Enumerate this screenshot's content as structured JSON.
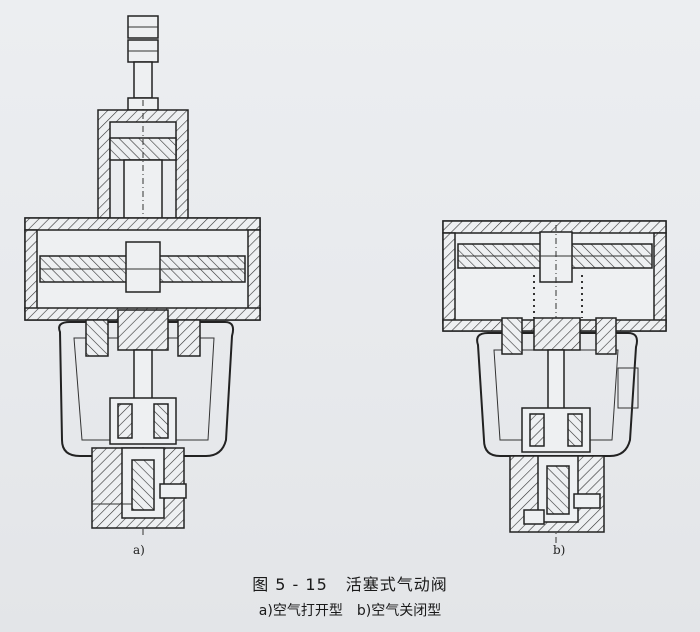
{
  "figure": {
    "label_a": "a)",
    "label_b": "b)",
    "number": "图 5 - 15",
    "title": "活塞式气动阀",
    "sub_a": "a)空气打开型",
    "sub_b": "b)空气关闭型"
  }
}
